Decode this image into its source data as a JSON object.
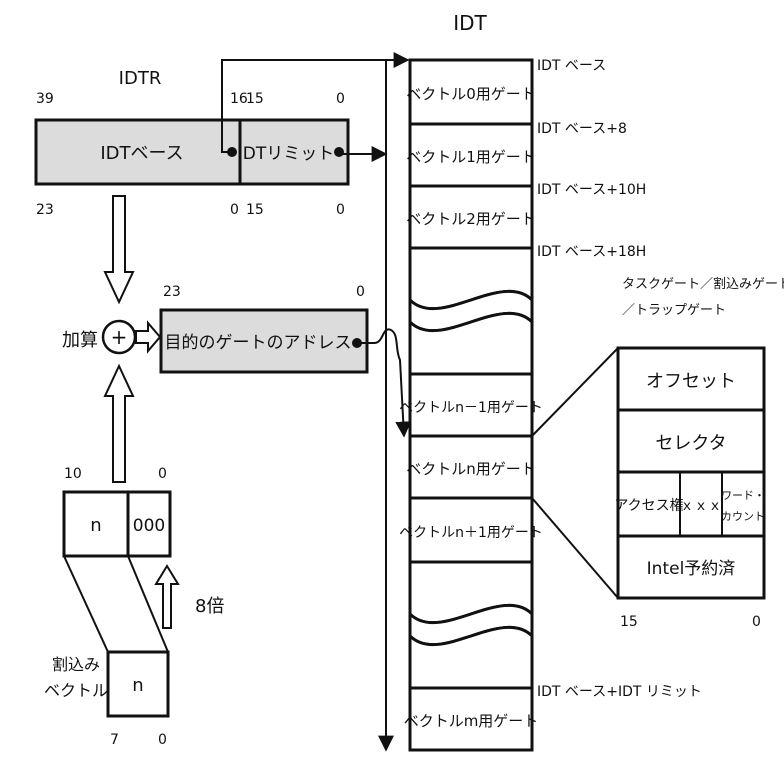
{
  "idt": {
    "title": "IDT",
    "slots": [
      "ベクトル0用ゲート",
      "ベクトル1用ゲート",
      "ベクトル2用ゲート",
      "ベクトルn－1用ゲート",
      "ベクトルn用ゲート",
      "ベクトルn＋1用ゲート",
      "ベクトルm用ゲート"
    ],
    "offsets": [
      "IDT ベース",
      "IDT ベース+8",
      "IDT ベース+10H",
      "IDT ベース+18H",
      "IDT ベース+IDT リミット"
    ]
  },
  "idtr": {
    "title": "IDTR",
    "base_label": "IDTベース",
    "limit_label": "IDTリミット",
    "top_bits": [
      "39",
      "16",
      "15",
      "0"
    ],
    "bottom_bits": [
      "23",
      "0",
      "15",
      "0"
    ]
  },
  "adder": {
    "label": "加算",
    "symbol": "+"
  },
  "target": {
    "label": "目的のゲートのアドレス",
    "bits": [
      "23",
      "0"
    ]
  },
  "index": {
    "n": "n",
    "zeros": "000",
    "bits": [
      "10",
      "0"
    ],
    "multiply": "8倍"
  },
  "vector": {
    "label_line1": "割込み",
    "label_line2": "ベクトル",
    "n": "n",
    "bits": [
      "7",
      "0"
    ]
  },
  "gate": {
    "caption_line1": "タスクゲート／割込みゲート",
    "caption_line2": "／トラップゲート",
    "offset": "オフセット",
    "selector": "セレクタ",
    "access": "アクセス権",
    "xxx": "ｘｘｘ",
    "word_line1": "ワード・",
    "word_line2": "カウント",
    "reserved": "Intel予約済",
    "bits": [
      "15",
      "0"
    ]
  }
}
